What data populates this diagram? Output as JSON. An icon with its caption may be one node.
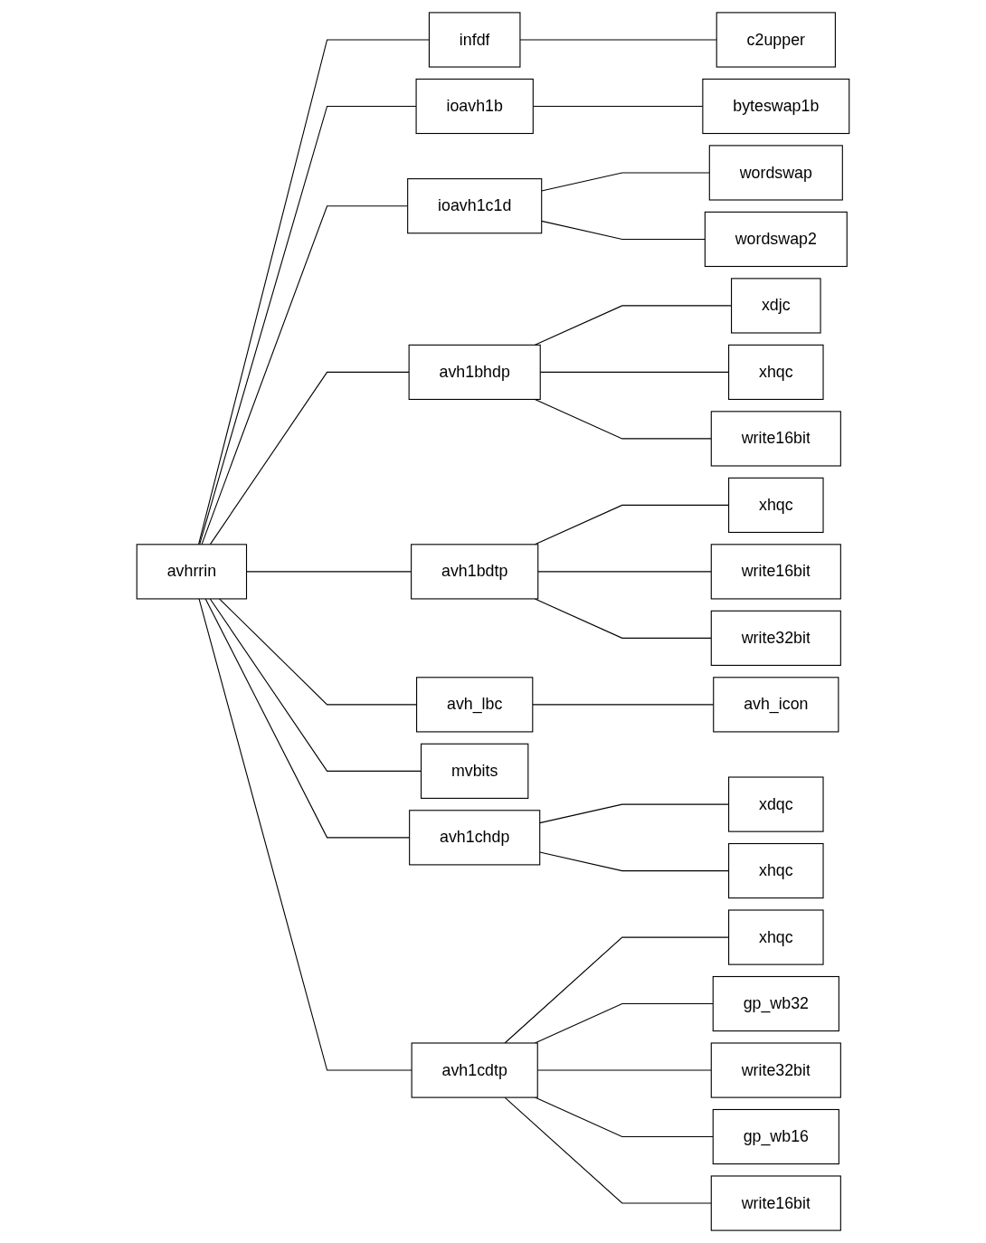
{
  "diagram": {
    "nodes": [
      {
        "text": [
          "avhrrin"
        ]
      },
      {
        "text": [
          "infdf"
        ]
      },
      {
        "text": [
          "c2upper"
        ]
      },
      {
        "text": [
          "ioavh1b"
        ]
      },
      {
        "text": [
          "byteswap1b"
        ]
      },
      {
        "text": [
          "ioavh1c1d"
        ]
      },
      {
        "text": [
          "wordswap"
        ]
      },
      {
        "text": [
          "wordswap2"
        ]
      },
      {
        "text": [
          "avh1bhdp"
        ]
      },
      {
        "text": [
          "xdjc"
        ]
      },
      {
        "text": [
          "xhqc"
        ]
      },
      {
        "text": [
          "write16bit"
        ]
      },
      {
        "text": [
          "avh1bdtp"
        ]
      },
      {
        "text": [
          "xhqc"
        ]
      },
      {
        "text": [
          "write16bit"
        ]
      },
      {
        "text": [
          "write32bit"
        ]
      },
      {
        "text": [
          "avh_lbc"
        ]
      },
      {
        "text": [
          "avh_icon"
        ]
      },
      {
        "text": [
          "mvbits"
        ]
      },
      {
        "text": [
          "avh1chdp"
        ]
      },
      {
        "text": [
          "xdqc"
        ]
      },
      {
        "text": [
          "xhqc"
        ]
      },
      {
        "text": [
          "avh1cdtp"
        ]
      },
      {
        "text": [
          "xhqc"
        ]
      },
      {
        "text": [
          "gp_wb32"
        ]
      },
      {
        "text": [
          "write32bit"
        ]
      },
      {
        "text": [
          "gp_wb16"
        ]
      },
      {
        "text": [
          "write16bit"
        ]
      }
    ],
    "edges": [
      {
        "from": 0,
        "to": 1,
        "arrow": "none"
      },
      {
        "from": 0,
        "to": 3,
        "arrow": "none"
      },
      {
        "from": 0,
        "to": 5,
        "arrow": "none"
      },
      {
        "from": 0,
        "to": 8,
        "arrow": "none"
      },
      {
        "from": 0,
        "to": 12,
        "arrow": "none"
      },
      {
        "from": 0,
        "to": 16,
        "arrow": "none"
      },
      {
        "from": 0,
        "to": 18,
        "arrow": "none"
      },
      {
        "from": 0,
        "to": 19,
        "arrow": "none"
      },
      {
        "from": 0,
        "to": 22,
        "arrow": "none"
      },
      {
        "from": 1,
        "to": 2,
        "arrow": "none"
      },
      {
        "from": 3,
        "to": 4,
        "arrow": "none"
      },
      {
        "from": 5,
        "to": 6,
        "arrow": "none"
      },
      {
        "from": 5,
        "to": 7,
        "arrow": "none"
      },
      {
        "from": 8,
        "to": 9,
        "arrow": "none"
      },
      {
        "from": 8,
        "to": 10,
        "arrow": "none"
      },
      {
        "from": 8,
        "to": 11,
        "arrow": "none"
      },
      {
        "from": 12,
        "to": 13,
        "arrow": "none"
      },
      {
        "from": 12,
        "to": 14,
        "arrow": "none"
      },
      {
        "from": 12,
        "to": 15,
        "arrow": "none"
      },
      {
        "from": 16,
        "to": 17,
        "arrow": "none"
      },
      {
        "from": 19,
        "to": 20,
        "arrow": "none"
      },
      {
        "from": 19,
        "to": 21,
        "arrow": "none"
      },
      {
        "from": 22,
        "to": 23,
        "arrow": "none"
      },
      {
        "from": 22,
        "to": 24,
        "arrow": "none"
      },
      {
        "from": 22,
        "to": 25,
        "arrow": "none"
      },
      {
        "from": 22,
        "to": 26,
        "arrow": "none"
      },
      {
        "from": 22,
        "to": 27,
        "arrow": "none"
      }
    ]
  }
}
